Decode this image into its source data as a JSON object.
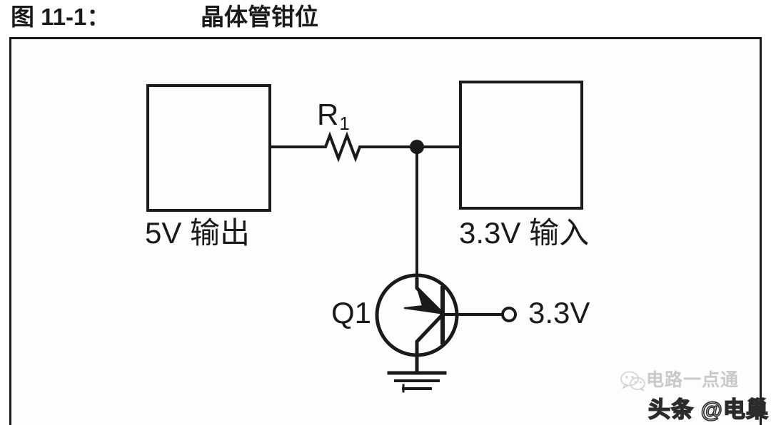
{
  "title": {
    "figure_label": "图 11-1：",
    "figure_title": "晶体管钳位"
  },
  "diagram": {
    "type": "circuit-schematic",
    "blocks": [
      {
        "id": "source",
        "label": "5V 输出"
      },
      {
        "id": "load",
        "label": "3.3V 输入"
      }
    ],
    "components": [
      {
        "id": "R1",
        "type": "resistor",
        "label": "R",
        "subscript": "1"
      },
      {
        "id": "Q1",
        "type": "transistor-pnp",
        "label": "Q1"
      }
    ],
    "terminals": [
      {
        "id": "vref",
        "label": "3.3V",
        "symbol": "open-circle"
      },
      {
        "id": "gnd",
        "label": "",
        "symbol": "ground"
      }
    ],
    "nets": [
      {
        "from": "source",
        "to": "R1"
      },
      {
        "from": "R1",
        "to": "junction"
      },
      {
        "from": "junction",
        "to": "load"
      },
      {
        "from": "junction",
        "to": "Q1.collector"
      },
      {
        "from": "Q1.base",
        "to": "vref"
      },
      {
        "from": "Q1.emitter",
        "to": "gnd"
      }
    ]
  },
  "watermark": {
    "channel": "电路一点通",
    "platform": "头条 @电巢",
    "icon": "wechat-icon"
  },
  "colors": {
    "ink": "#1a1a1a",
    "paper": "#ffffff",
    "watermark_light": "#c9c9c9",
    "watermark_dark": "#2b2b2b"
  }
}
